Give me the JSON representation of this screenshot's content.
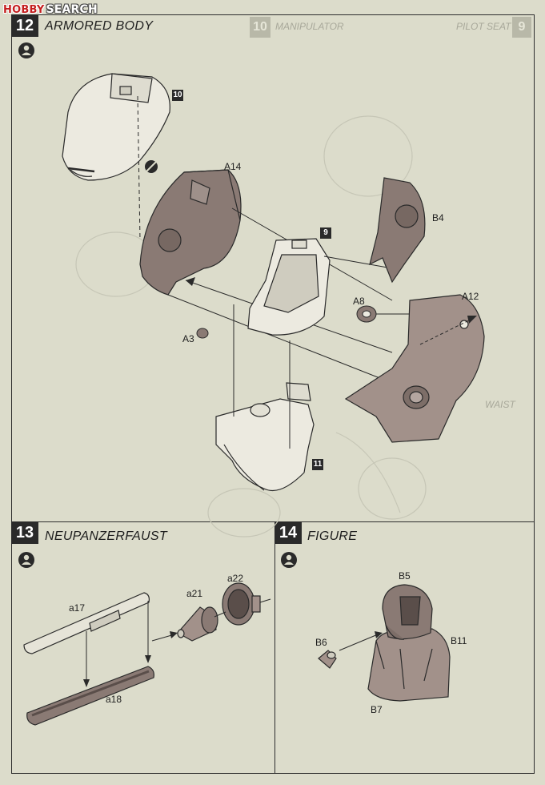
{
  "watermark": {
    "logo": "HOBBY",
    "text": "SEARCH"
  },
  "ghost": {
    "step10_num": "10",
    "step10_title": "MANIPULATOR",
    "step9_num": "9",
    "step9_title": "PILOT SEAT",
    "step11_title": "WAIST"
  },
  "steps": [
    {
      "number": "12",
      "title": "ARMORED BODY"
    },
    {
      "number": "13",
      "title": "NEUPANZERFAUST"
    },
    {
      "number": "14",
      "title": "FIGURE"
    }
  ],
  "step12": {
    "labels": {
      "a14": "A14",
      "b4": "B4",
      "a8": "A8",
      "a12": "A12",
      "a3": "A3"
    },
    "refs": {
      "r10": "10",
      "r9": "9",
      "r11": "11"
    }
  },
  "step13": {
    "labels": {
      "a17": "a17",
      "a18": "a18",
      "a21": "a21",
      "a22": "a22"
    }
  },
  "step14": {
    "labels": {
      "b5": "B5",
      "b6": "B6",
      "b7": "B7",
      "b11": "B11"
    }
  },
  "colors": {
    "paper": "#dcdccb",
    "ink": "#2a2a2a",
    "part_shade": "#8a7a74",
    "part_light": "#e8e6dc"
  }
}
